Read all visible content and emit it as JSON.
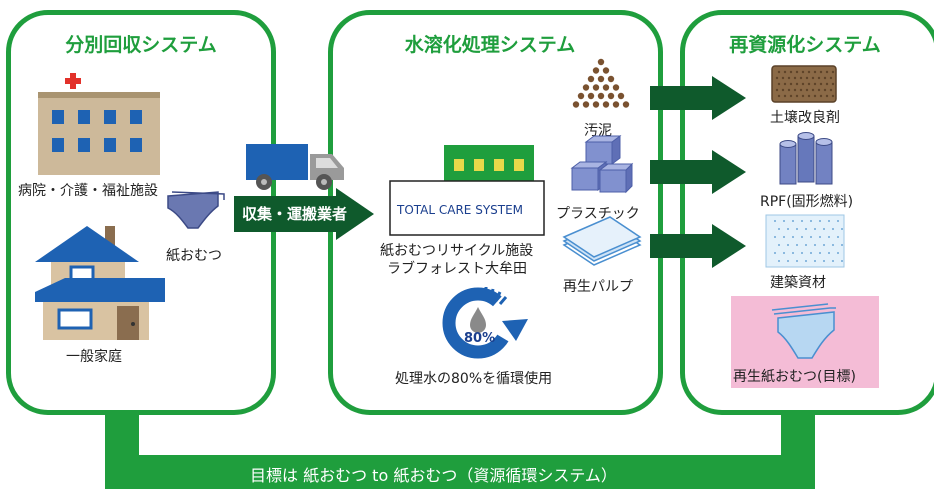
{
  "colors": {
    "accent_green": "#1f9e3d",
    "dark_green": "#0f5a2c",
    "navy": "#1b3f8e",
    "pink": "#f4bcd6"
  },
  "panels": {
    "collection": {
      "title": "分別回収システム"
    },
    "processing": {
      "title": "水溶化処理システム"
    },
    "recycling": {
      "title": "再資源化システム"
    }
  },
  "collection": {
    "hospital_label": "病院・介護・福祉施設",
    "home_label": "一般家庭",
    "diaper_label": "紙おむつ"
  },
  "transport": {
    "label": "収集・運搬業者"
  },
  "processing": {
    "facility_sign": "TOTAL CARE SYSTEM",
    "facility_label_1": "紙おむつリサイクル施設",
    "facility_label_2": "ラブフォレスト大牟田",
    "water_percent": "80%",
    "water_label": "処理水の80%を循環使用",
    "outputs": [
      "汚泥",
      "プラスチック",
      "再生パルプ"
    ]
  },
  "recycling": {
    "products": [
      "土壌改良剤",
      "RPF(固形燃料)",
      "建築資材"
    ],
    "goal_label": "再生紙おむつ(目標)"
  },
  "loop": {
    "label": "目標は 紙おむつ to 紙おむつ（資源循環システム）"
  }
}
